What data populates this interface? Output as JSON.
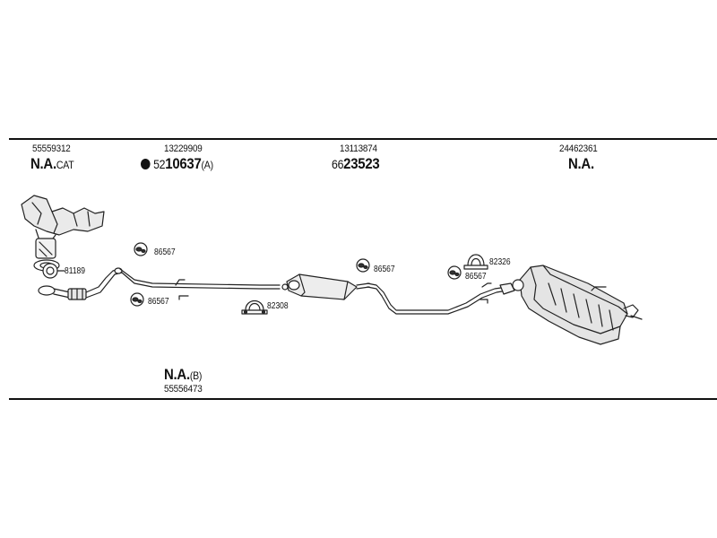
{
  "header": {
    "col1": {
      "oem": "55559312",
      "label_main": "N.A.",
      "label_suffix": "CAT"
    },
    "col2": {
      "oem": "13229909",
      "prefix": "52",
      "number": "10637",
      "suffix": "(A)"
    },
    "col3": {
      "oem": "13113874",
      "prefix": "66",
      "number": "23523"
    },
    "col4": {
      "oem": "24462361",
      "label_main": "N.A."
    }
  },
  "footer": {
    "label_main": "N.A.",
    "label_suffix": "(B)",
    "oem": "55556473"
  },
  "parts": {
    "clamp_left": "81189",
    "mount_1": "86567",
    "mount_2": "86567",
    "clamp_mid": "82308",
    "mount_3": "86567",
    "clamp_right": "82326",
    "mount_4": "86567"
  }
}
